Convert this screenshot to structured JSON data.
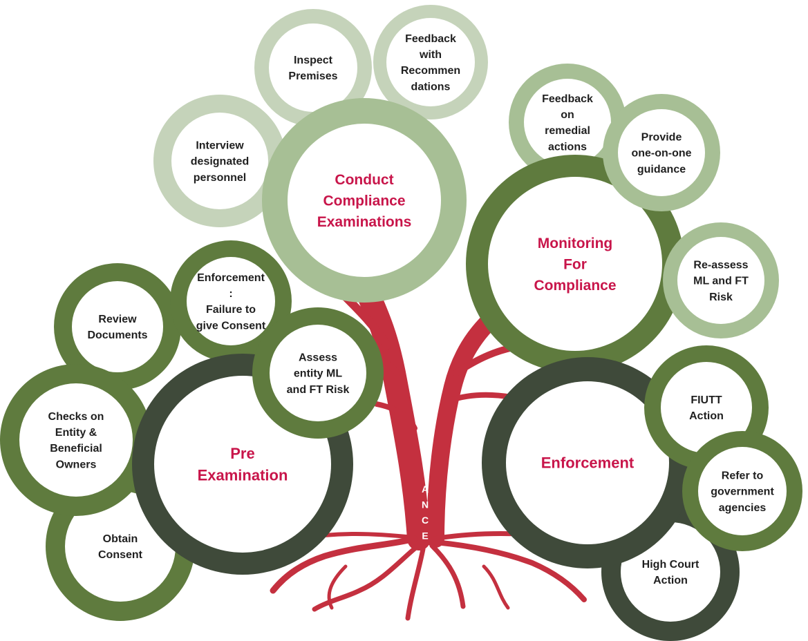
{
  "colors": {
    "tree_red": "#c4303f",
    "hub_text": "#c8154a",
    "leaf_text": "#1f1f1f",
    "dark_green": "#5f7b3e",
    "darkest_green": "#3f4a3a",
    "light_green": "#a7bf95",
    "pale_green": "#c5d3ba"
  },
  "trunk_label": "COMPLIANCE",
  "hubs": {
    "conduct": [
      "Conduct",
      "Compliance",
      "Examinations"
    ],
    "monitoring": [
      "Monitoring",
      "For",
      "Compliance"
    ],
    "pre": [
      "Pre",
      "Examination"
    ],
    "enforcement": [
      "Enforcement"
    ]
  },
  "leaves": {
    "inspect": [
      "Inspect",
      "Premises"
    ],
    "feedback_recommendations": [
      "Feedback",
      "with",
      "Recommen",
      "dations"
    ],
    "interview": [
      "Interview",
      "designated",
      "personnel"
    ],
    "feedback_remedial": [
      "Feedback",
      "on",
      "remedial",
      "actions"
    ],
    "one_on_one": [
      "Provide",
      "one-on-one",
      "guidance"
    ],
    "reassess": [
      "Re-assess",
      "ML and FT",
      "Risk"
    ],
    "enforcement_consent": [
      "Enforcement",
      ":",
      "Failure to",
      "give Consent"
    ],
    "review": [
      "Review",
      "Documents"
    ],
    "assess": [
      "Assess",
      "entity ML",
      "and FT Risk"
    ],
    "checks": [
      "Checks on",
      "Entity &",
      "Beneficial",
      "Owners"
    ],
    "obtain": [
      "Obtain",
      "Consent"
    ],
    "fiutt": [
      "FIUTT",
      "Action"
    ],
    "refer": [
      "Refer to",
      "government",
      "agencies"
    ],
    "highcourt": [
      "High Court",
      "Action"
    ]
  }
}
